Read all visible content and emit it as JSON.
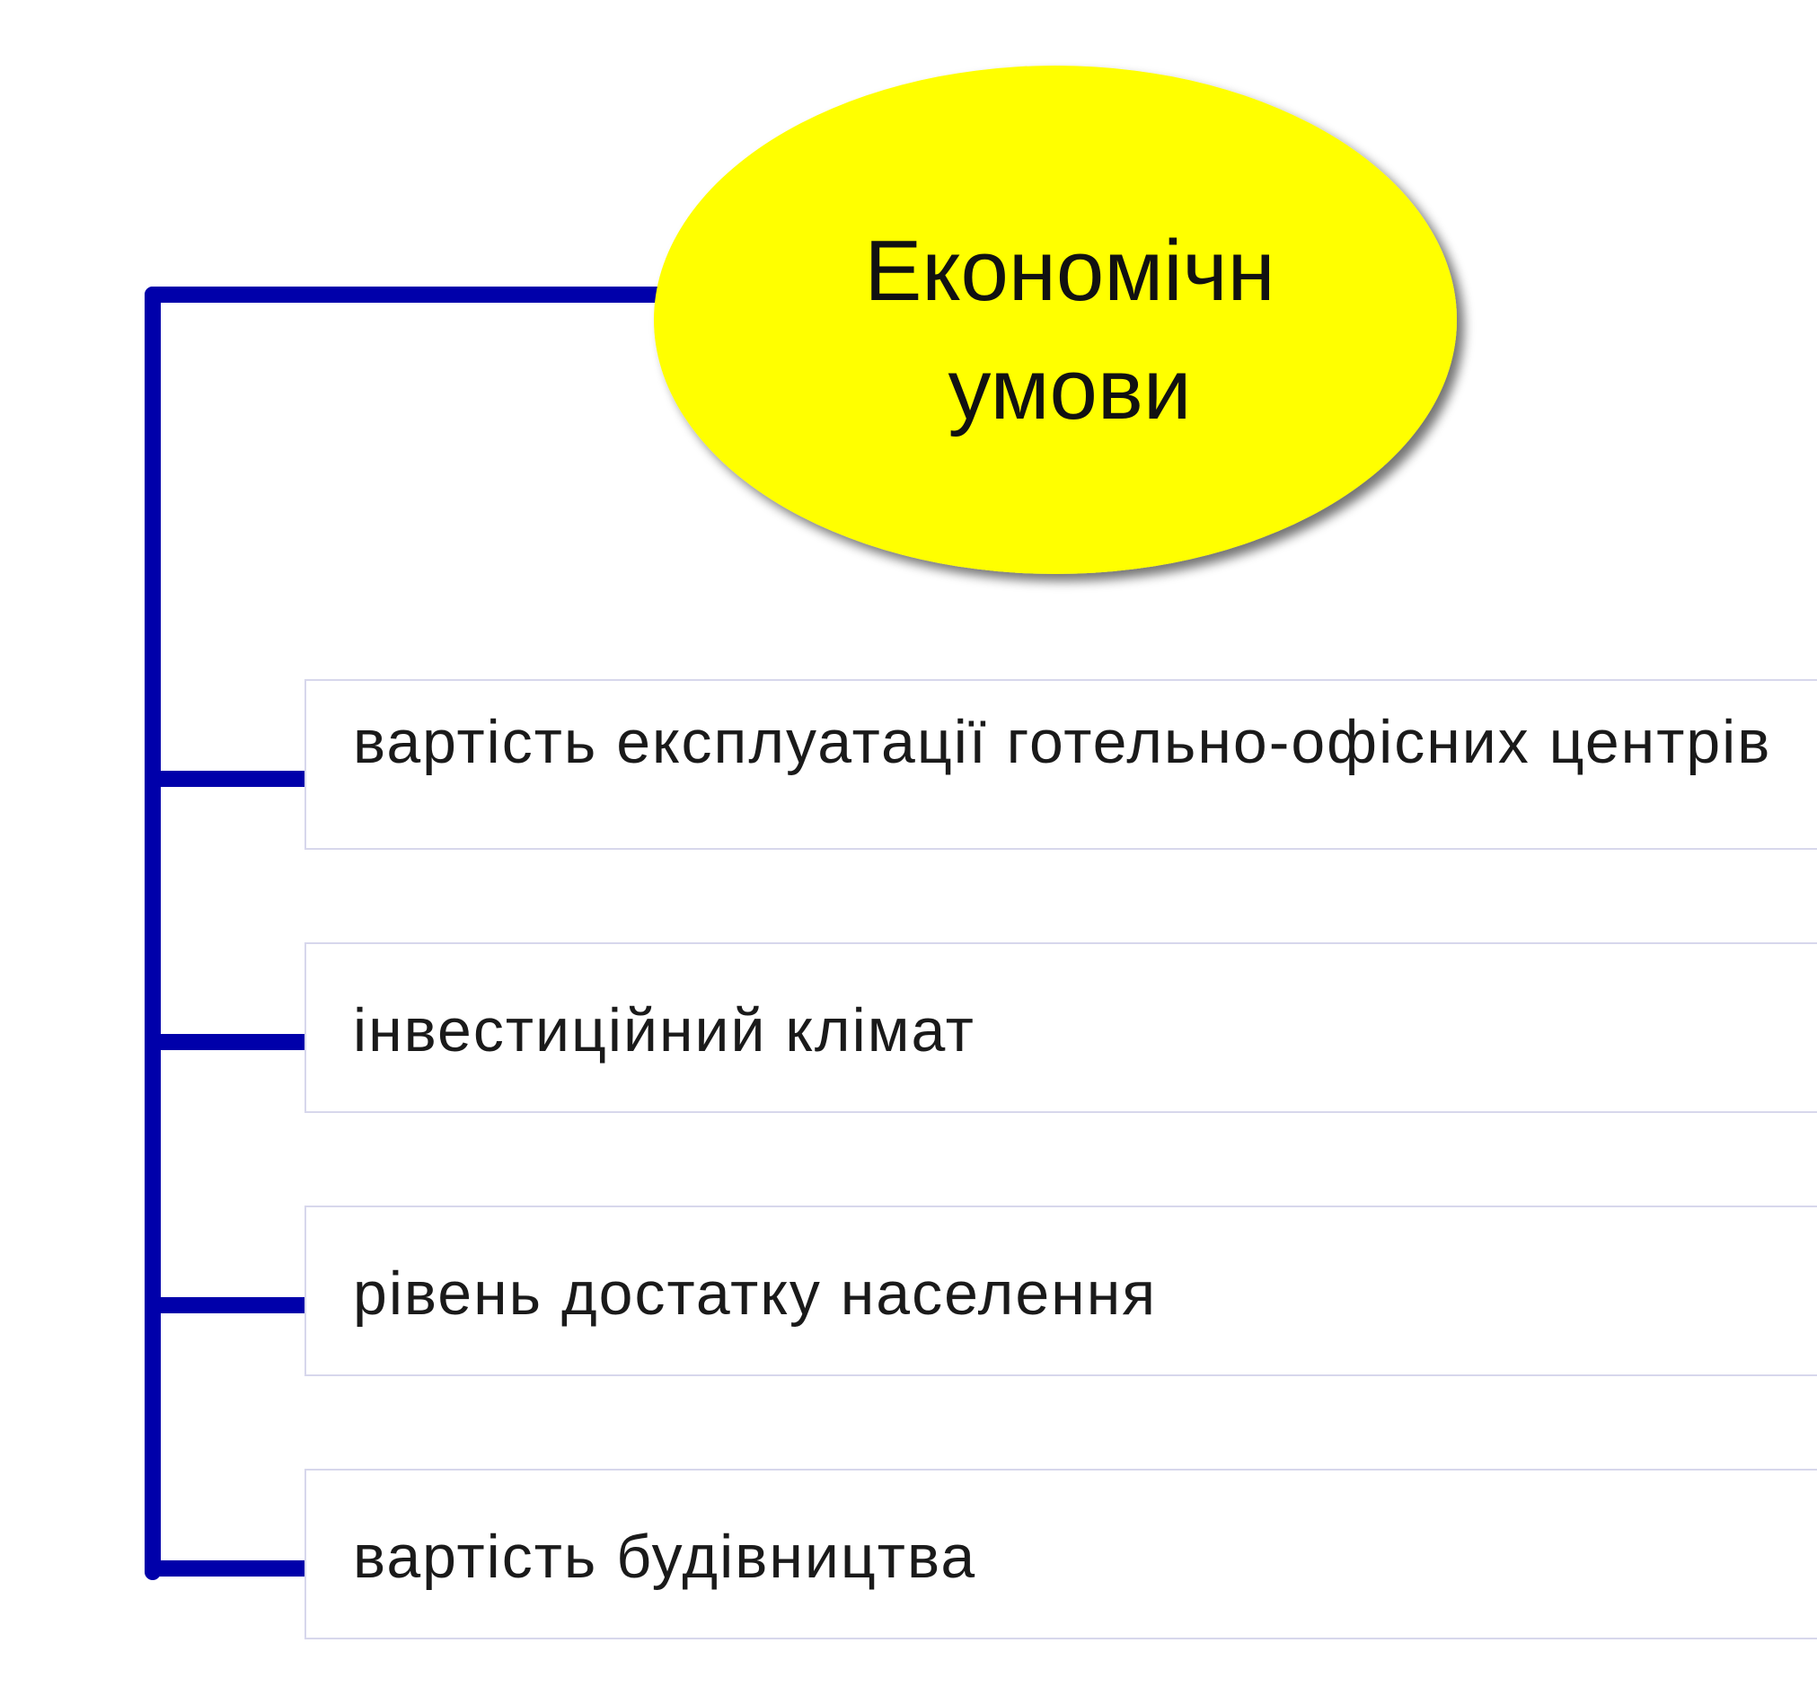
{
  "title": {
    "line1": "Економічн",
    "line2": "умови"
  },
  "items": [
    {
      "label": "вартість експлуатації готельно-офісних центрів"
    },
    {
      "label": "інвестиційний клімат"
    },
    {
      "label": "рівень достатку населення"
    },
    {
      "label": "вартість будівництва"
    }
  ],
  "colors": {
    "ellipse_fill": "#ffff00",
    "connector": "#0000aa",
    "box_border": "#d7d7ec"
  }
}
